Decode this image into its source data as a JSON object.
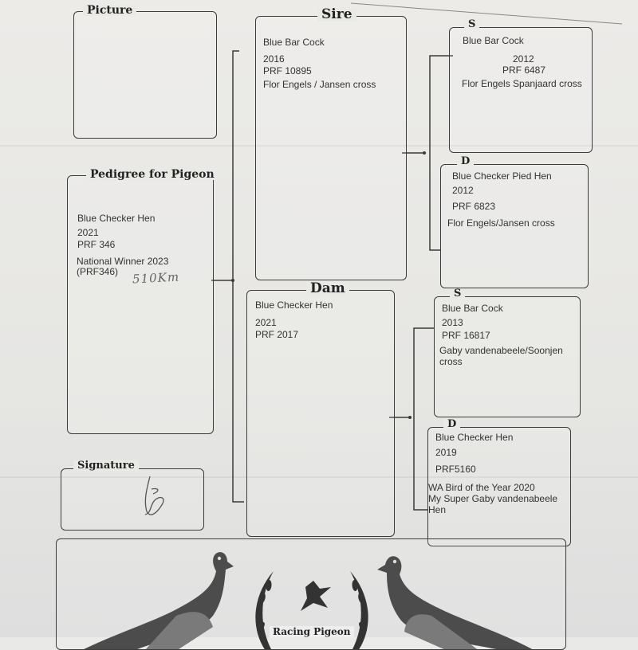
{
  "picture": {
    "legend": "Picture"
  },
  "pedigree": {
    "legend": "Pedigree for Pigeon",
    "color": "Blue Checker Hen",
    "year": "2021",
    "ring": "PRF 346",
    "note": "National Winner 2023",
    "note_ring": "(PRF346)",
    "handwritten": "510Km"
  },
  "signature": {
    "legend": "Signature"
  },
  "sire": {
    "legend": "Sire",
    "color": "Blue Bar Cock",
    "year": "2016",
    "ring": "PRF 10895",
    "strain": "Flor Engels / Jansen cross"
  },
  "dam": {
    "legend": "Dam",
    "color": "Blue Checker Hen",
    "year": "2021",
    "ring": "PRF 2017"
  },
  "sire_sire": {
    "legend": "S",
    "color": "Blue Bar Cock",
    "year": "2012",
    "ring": "PRF 6487",
    "strain": "Flor Engels Spanjaard cross"
  },
  "sire_dam": {
    "legend": "D",
    "color": "Blue Checker Pied Hen",
    "year": "2012",
    "ring": "PRF 6823",
    "strain": "Flor Engels/Jansen cross"
  },
  "dam_sire": {
    "legend": "S",
    "color": "Blue Bar Cock",
    "year": "2013",
    "ring": "PRF 16817",
    "strain": "Gaby vandenabeele/Soonjen cross"
  },
  "dam_dam": {
    "legend": "D",
    "color": "Blue Checker Hen",
    "year": "2019",
    "ring": "PRF5160",
    "note": "WA Bird of the Year 2020",
    "note2": "My Super Gaby vandenabeele Hen"
  },
  "banner": {
    "logo_text": "Racing Pigeon"
  }
}
